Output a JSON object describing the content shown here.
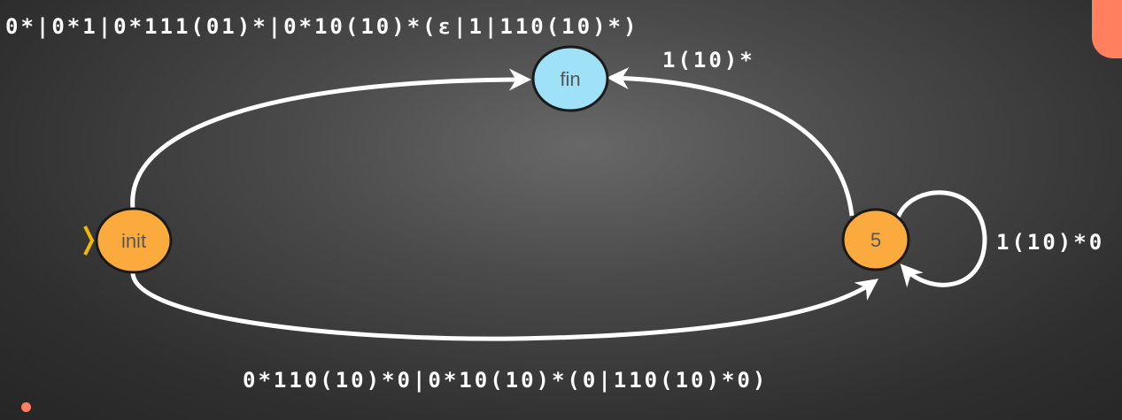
{
  "states": {
    "init": {
      "label": "init",
      "color": "#fbab3d",
      "initial": true
    },
    "fin": {
      "label": "fin",
      "color": "#9fe1f7"
    },
    "s5": {
      "label": "5",
      "color": "#fbab3d"
    }
  },
  "edges": {
    "init_to_fin": "0*|0*1|0*111(01)*|0*10(10)*(ε|1|110(10)*)",
    "s5_to_fin": "1(10)*",
    "s5_loop": "1(10)*0",
    "init_to_s5": "0*110(10)*0|0*10(10)*(0|110(10)*0)"
  },
  "colors": {
    "edge": "#ffffff",
    "initial_marker": "#f5b800",
    "accent": "#ff7f5f"
  }
}
